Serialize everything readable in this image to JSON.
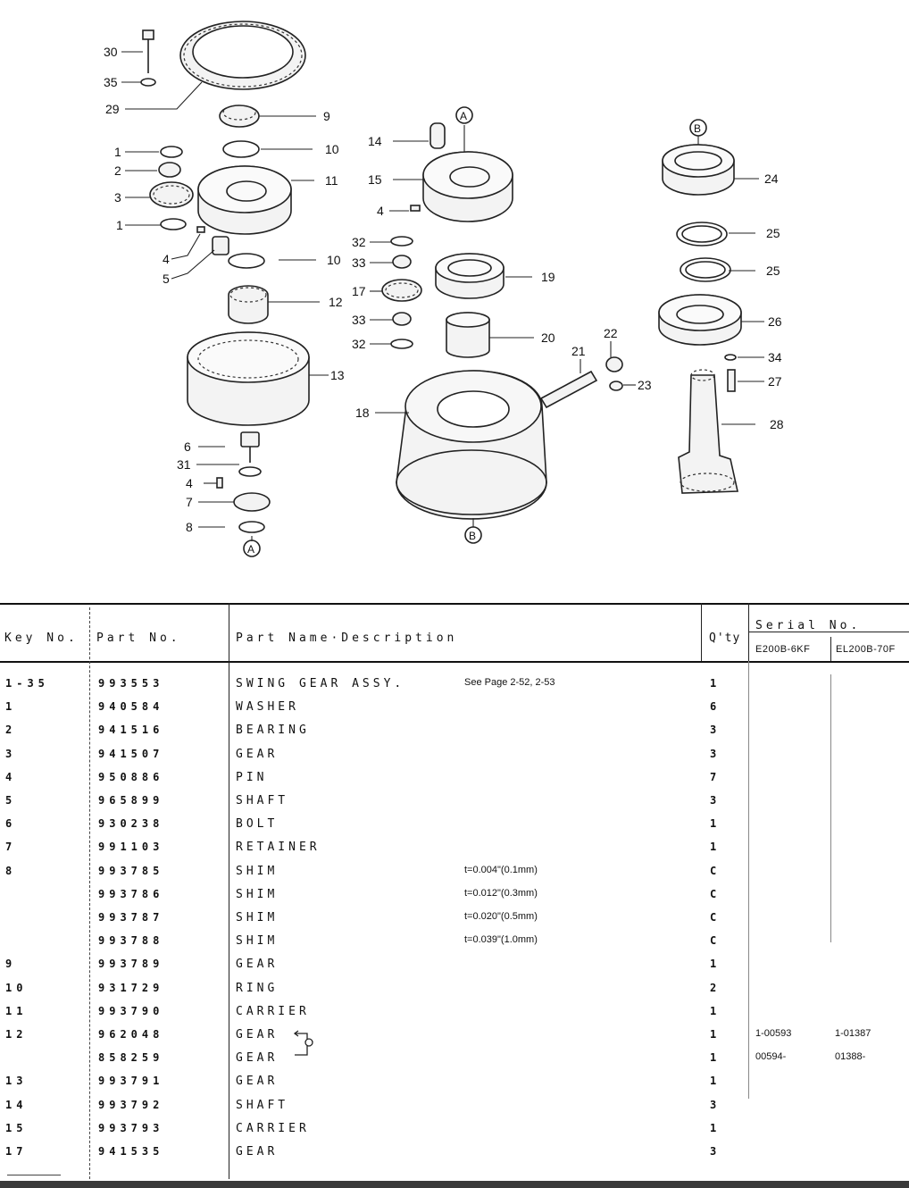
{
  "diagram": {
    "callouts": {
      "c30": "30",
      "c35": "35",
      "c29": "29",
      "c9": "9",
      "c1a": "1",
      "c10a": "10",
      "c2": "2",
      "c11": "11",
      "c3": "3",
      "c1b": "1",
      "c4a": "4",
      "c5": "5",
      "c10b": "10",
      "c12": "12",
      "c13": "13",
      "c6": "6",
      "c31": "31",
      "c4b": "4",
      "c7": "7",
      "c8": "8",
      "c14": "14",
      "c15": "15",
      "c4c": "4",
      "c32a": "32",
      "c33a": "33",
      "c17": "17",
      "c19": "19",
      "c33b": "33",
      "c32b": "32",
      "c20": "20",
      "c21": "21",
      "c22": "22",
      "c23": "23",
      "c18": "18",
      "c24": "24",
      "c25a": "25",
      "c25b": "25",
      "c26": "26",
      "c34": "34",
      "c27": "27",
      "c28": "28"
    },
    "refs": {
      "a_top": "A",
      "a_bottom": "A",
      "b_top": "B",
      "b_bottom": "B"
    }
  },
  "table": {
    "headers": {
      "key": "Key No.",
      "part": "Part No.",
      "name": "Part Name·Description",
      "qty": "Q'ty",
      "serial": "Serial No.",
      "serial_a": "E200B-6KF",
      "serial_b": "EL200B-70F"
    },
    "rows": [
      {
        "key": "1-35",
        "part": "993553",
        "name": "SWING GEAR ASSY.",
        "note": "See Page 2-52, 2-53",
        "qty": "1",
        "s1": "",
        "s2": ""
      },
      {
        "key": "1",
        "part": "940584",
        "name": "WASHER",
        "note": "",
        "qty": "6",
        "s1": "",
        "s2": ""
      },
      {
        "key": "2",
        "part": "941516",
        "name": "BEARING",
        "note": "",
        "qty": "3",
        "s1": "",
        "s2": ""
      },
      {
        "key": "3",
        "part": "941507",
        "name": "GEAR",
        "note": "",
        "qty": "3",
        "s1": "",
        "s2": ""
      },
      {
        "key": "4",
        "part": "950886",
        "name": "PIN",
        "note": "",
        "qty": "7",
        "s1": "",
        "s2": ""
      },
      {
        "key": "5",
        "part": "965899",
        "name": "SHAFT",
        "note": "",
        "qty": "3",
        "s1": "",
        "s2": ""
      },
      {
        "key": "6",
        "part": "930238",
        "name": "BOLT",
        "note": "",
        "qty": "1",
        "s1": "",
        "s2": ""
      },
      {
        "key": "7",
        "part": "991103",
        "name": "RETAINER",
        "note": "",
        "qty": "1",
        "s1": "",
        "s2": ""
      },
      {
        "key": "8",
        "part": "993785",
        "name": "SHIM",
        "note": "t=0.004\"(0.1mm)",
        "qty": "C",
        "s1": "",
        "s2": ""
      },
      {
        "key": "",
        "part": "993786",
        "name": "SHIM",
        "note": "t=0.012\"(0.3mm)",
        "qty": "C",
        "s1": "",
        "s2": ""
      },
      {
        "key": "",
        "part": "993787",
        "name": "SHIM",
        "note": "t=0.020\"(0.5mm)",
        "qty": "C",
        "s1": "",
        "s2": ""
      },
      {
        "key": "",
        "part": "993788",
        "name": "SHIM",
        "note": "t=0.039\"(1.0mm)",
        "qty": "C",
        "s1": "",
        "s2": ""
      },
      {
        "key": "9",
        "part": "993789",
        "name": "GEAR",
        "note": "",
        "qty": "1",
        "s1": "",
        "s2": ""
      },
      {
        "key": "10",
        "part": "931729",
        "name": "RING",
        "note": "",
        "qty": "2",
        "s1": "",
        "s2": ""
      },
      {
        "key": "11",
        "part": "993790",
        "name": "CARRIER",
        "note": "",
        "qty": "1",
        "s1": "",
        "s2": ""
      },
      {
        "key": "12",
        "part": "962048",
        "name": "GEAR",
        "note": "",
        "qty": "1",
        "s1": "1-00593",
        "s2": "1-01387"
      },
      {
        "key": "",
        "part": "858259",
        "name": "GEAR",
        "note": "",
        "qty": "1",
        "s1": "00594-",
        "s2": "01388-"
      },
      {
        "key": "13",
        "part": "993791",
        "name": "GEAR",
        "note": "",
        "qty": "1",
        "s1": "",
        "s2": ""
      },
      {
        "key": "14",
        "part": "993792",
        "name": "SHAFT",
        "note": "",
        "qty": "3",
        "s1": "",
        "s2": ""
      },
      {
        "key": "15",
        "part": "993793",
        "name": "CARRIER",
        "note": "",
        "qty": "1",
        "s1": "",
        "s2": ""
      },
      {
        "key": "17",
        "part": "941535",
        "name": "GEAR",
        "note": "",
        "qty": "3",
        "s1": "",
        "s2": ""
      }
    ]
  }
}
